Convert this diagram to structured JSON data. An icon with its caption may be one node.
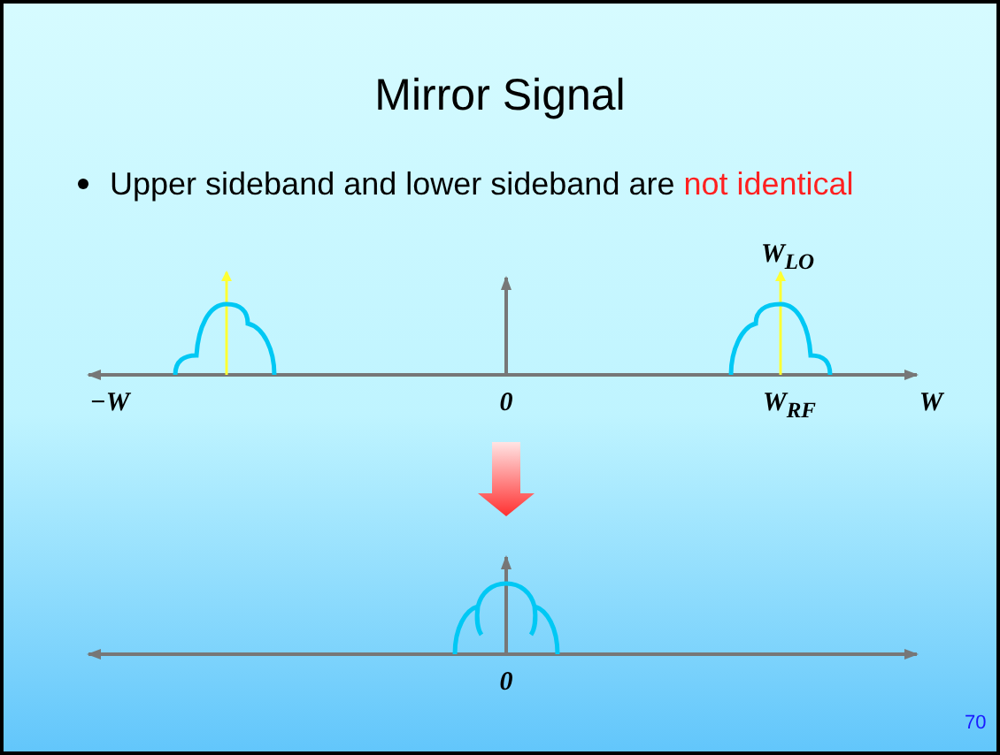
{
  "diagram": {
    "title": "Mirror Signal",
    "labels": [
      "Upper sideband and lower sideband are",
      "not identical",
      "W$_{LO}$",
      "−W",
      "0",
      "W$_{RF}$",
      "W",
      "0",
      "70"
    ]
  }
}
